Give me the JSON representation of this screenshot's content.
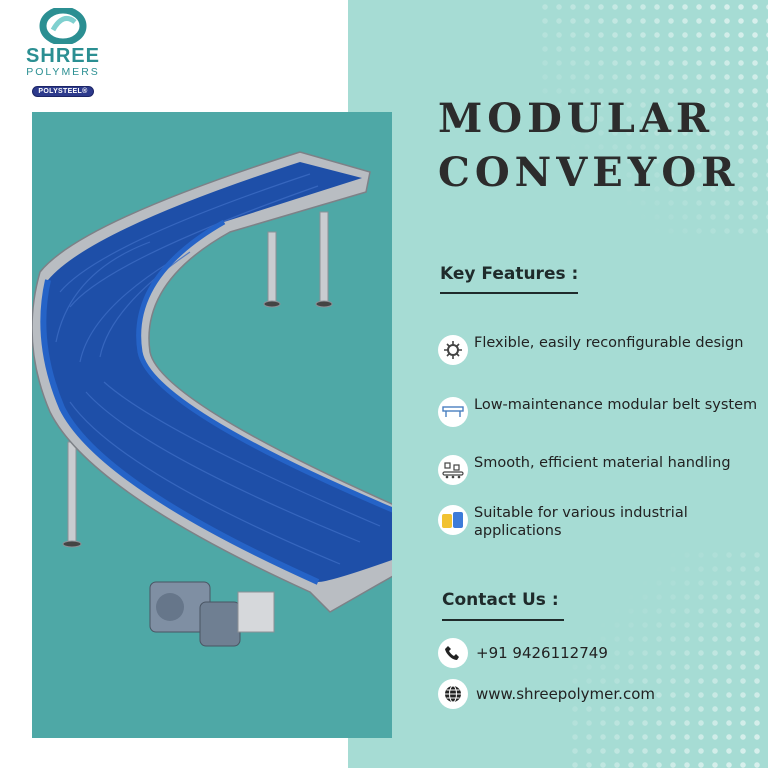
{
  "brand": {
    "name": "SHREE",
    "sub": "POLYMERS",
    "tag": "POLYSTEEL®",
    "color": "#2b8f92"
  },
  "title": {
    "line1": "MODULAR",
    "line2": "CONVEYOR"
  },
  "features": {
    "heading": "Key Features :",
    "items": [
      {
        "icon": "gear-wrench-icon",
        "text": "Flexible, easily reconfigurable design"
      },
      {
        "icon": "conveyor-belt-icon",
        "text": "Low-maintenance modular belt system"
      },
      {
        "icon": "conveyor-boxes-icon",
        "text": "Smooth, efficient material handling"
      },
      {
        "icon": "containers-icon",
        "text": "Suitable for various industrial applications"
      }
    ]
  },
  "contact": {
    "heading": "Contact Us :",
    "phone": "+91 9426112749",
    "website": "www.shreepolymer.com"
  },
  "colors": {
    "background": "#a6dcd4",
    "photo_bg": "#4ea8a6",
    "belt": "#1e4fa8",
    "text": "#1f2b2b"
  }
}
